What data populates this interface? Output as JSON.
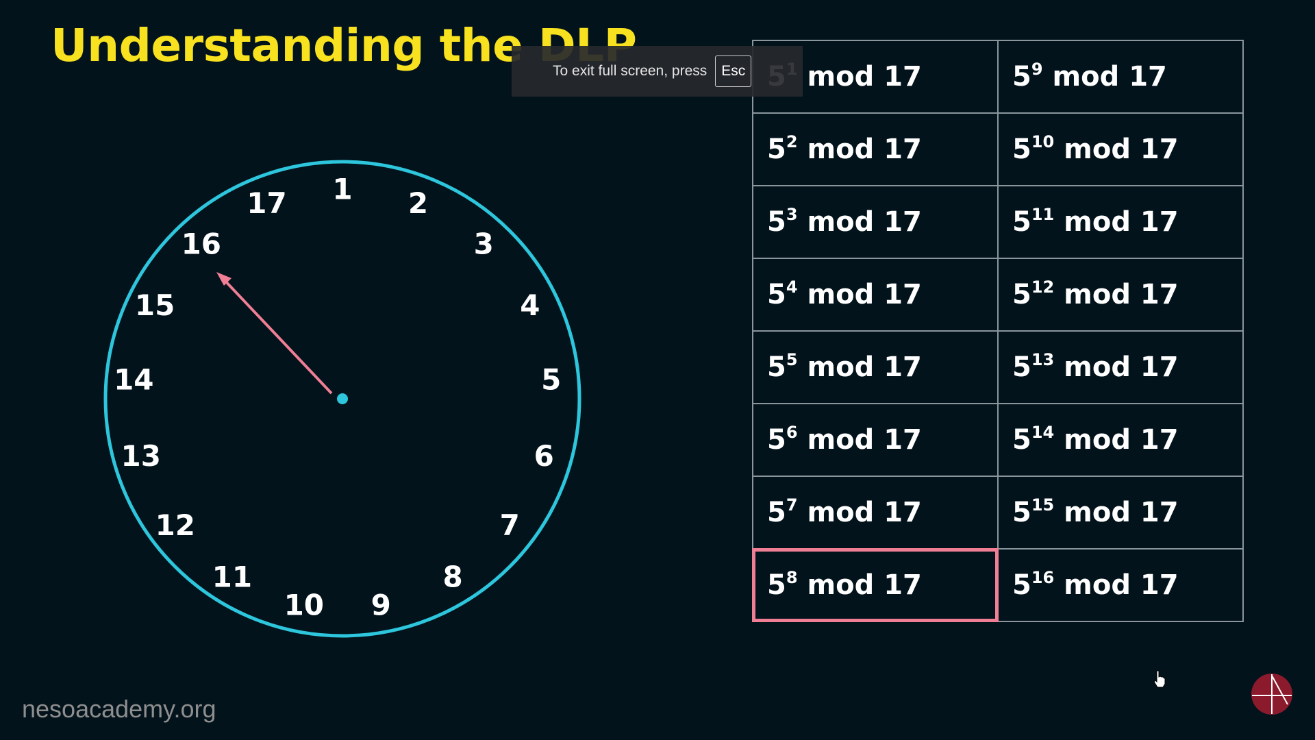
{
  "title": "Understanding the DLP",
  "fullscreen_notice": {
    "text": "To exit full screen, press",
    "key": "Esc"
  },
  "clock": {
    "numbers": [
      "1",
      "2",
      "3",
      "4",
      "5",
      "6",
      "7",
      "8",
      "9",
      "10",
      "11",
      "12",
      "13",
      "14",
      "15",
      "16",
      "17"
    ],
    "pointer_at": "16",
    "ring_color": "#2dc6dc",
    "hand_color": "#f07f96"
  },
  "table": {
    "rows": [
      [
        {
          "base": "5",
          "exp": "1",
          "rest": "mod 17"
        },
        {
          "base": "5",
          "exp": "9",
          "rest": "mod 17"
        }
      ],
      [
        {
          "base": "5",
          "exp": "2",
          "rest": "mod 17"
        },
        {
          "base": "5",
          "exp": "10",
          "rest": "mod 17"
        }
      ],
      [
        {
          "base": "5",
          "exp": "3",
          "rest": "mod 17"
        },
        {
          "base": "5",
          "exp": "11",
          "rest": "mod 17"
        }
      ],
      [
        {
          "base": "5",
          "exp": "4",
          "rest": "mod 17"
        },
        {
          "base": "5",
          "exp": "12",
          "rest": "mod 17"
        }
      ],
      [
        {
          "base": "5",
          "exp": "5",
          "rest": "mod 17"
        },
        {
          "base": "5",
          "exp": "13",
          "rest": "mod 17"
        }
      ],
      [
        {
          "base": "5",
          "exp": "6",
          "rest": "mod 17"
        },
        {
          "base": "5",
          "exp": "14",
          "rest": "mod 17"
        }
      ],
      [
        {
          "base": "5",
          "exp": "7",
          "rest": "mod 17"
        },
        {
          "base": "5",
          "exp": "15",
          "rest": "mod 17"
        }
      ],
      [
        {
          "base": "5",
          "exp": "8",
          "rest": "mod 17"
        },
        {
          "base": "5",
          "exp": "16",
          "rest": "mod 17"
        }
      ]
    ],
    "highlighted_cell": "5^8 mod 17",
    "highlight_color": "#f07f96"
  },
  "footer": {
    "brand": "nesoacademy.org"
  },
  "icons": {
    "logo": "neso-logo-icon",
    "cursor": "hand-cursor-icon"
  }
}
